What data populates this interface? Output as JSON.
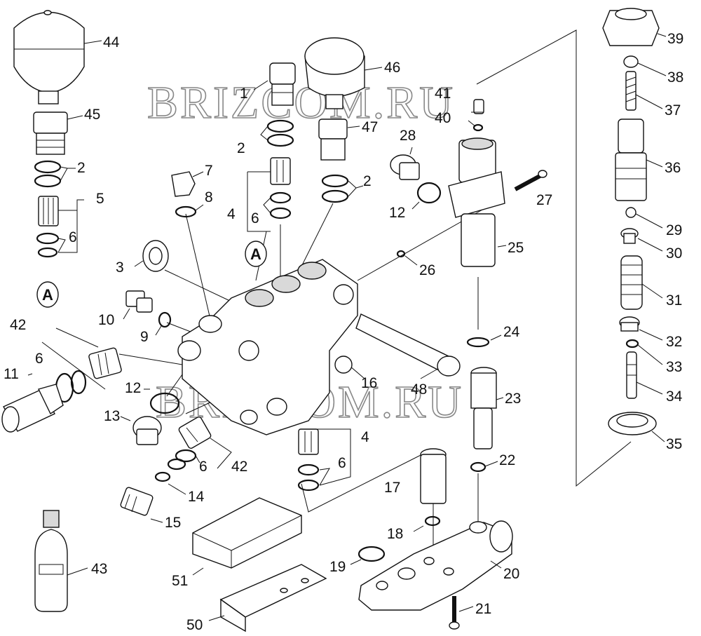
{
  "diagram": {
    "type": "exploded parts diagram",
    "watermarks": [
      "BRIZCOM.RU",
      "BRIZCOM.RU"
    ],
    "marker_tag": "A",
    "labels": [
      "44",
      "45",
      "2",
      "5",
      "6",
      "46",
      "1",
      "41",
      "40",
      "2",
      "47",
      "7",
      "8",
      "4",
      "6",
      "28",
      "2",
      "27",
      "12",
      "3",
      "42",
      "10",
      "9",
      "6",
      "11",
      "12",
      "13",
      "16",
      "48",
      "6",
      "42",
      "14",
      "15",
      "4",
      "6",
      "17",
      "26",
      "25",
      "24",
      "23",
      "22",
      "18",
      "19",
      "20",
      "21",
      "51",
      "50",
      "43",
      "39",
      "38",
      "37",
      "36",
      "29",
      "30",
      "31",
      "32",
      "33",
      "34",
      "35"
    ]
  }
}
